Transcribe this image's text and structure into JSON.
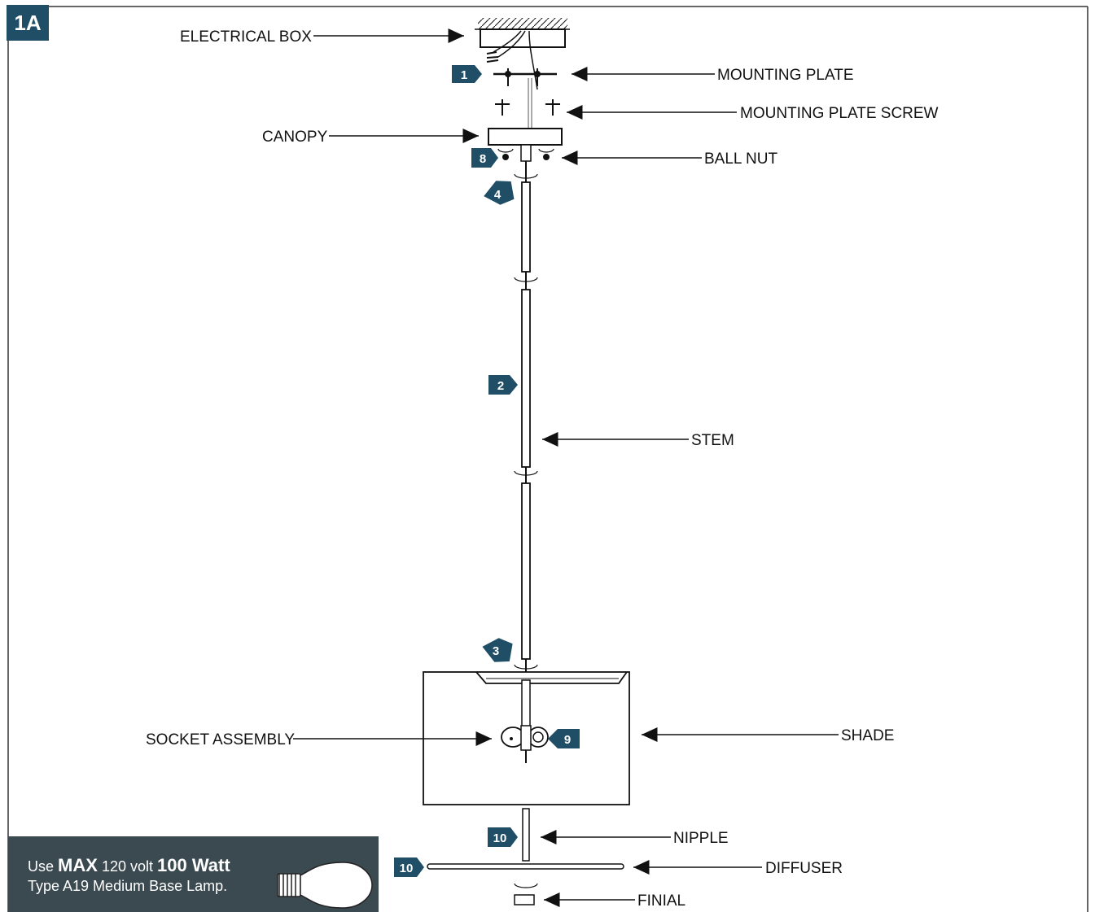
{
  "figure_label": "1A",
  "labels": {
    "electrical_box": "ELECTRICAL BOX",
    "mounting_plate": "MOUNTING PLATE",
    "mounting_plate_screw": "MOUNTING PLATE SCREW",
    "canopy": "CANOPY",
    "ball_nut": "BALL NUT",
    "stem": "STEM",
    "socket_assembly": "SOCKET ASSEMBLY",
    "shade": "SHADE",
    "nipple": "NIPPLE",
    "diffuser": "DIFFUSER",
    "finial": "FINIAL"
  },
  "steps": {
    "mounting_plate": "1",
    "ball_nut": "8",
    "stem_top": "4",
    "stem_mid": "2",
    "stem_bottom": "3",
    "socket": "9",
    "nipple": "10",
    "diffuser": "10"
  },
  "lamp_note": {
    "use": "Use",
    "max": "MAX",
    "volt": "120 volt",
    "watt": "100 Watt",
    "type": "Type A19 Medium Base Lamp."
  },
  "colors": {
    "step_badge": "#1f4e66",
    "note_bg": "#3b4950",
    "figure_badge": "#1f4e66"
  }
}
